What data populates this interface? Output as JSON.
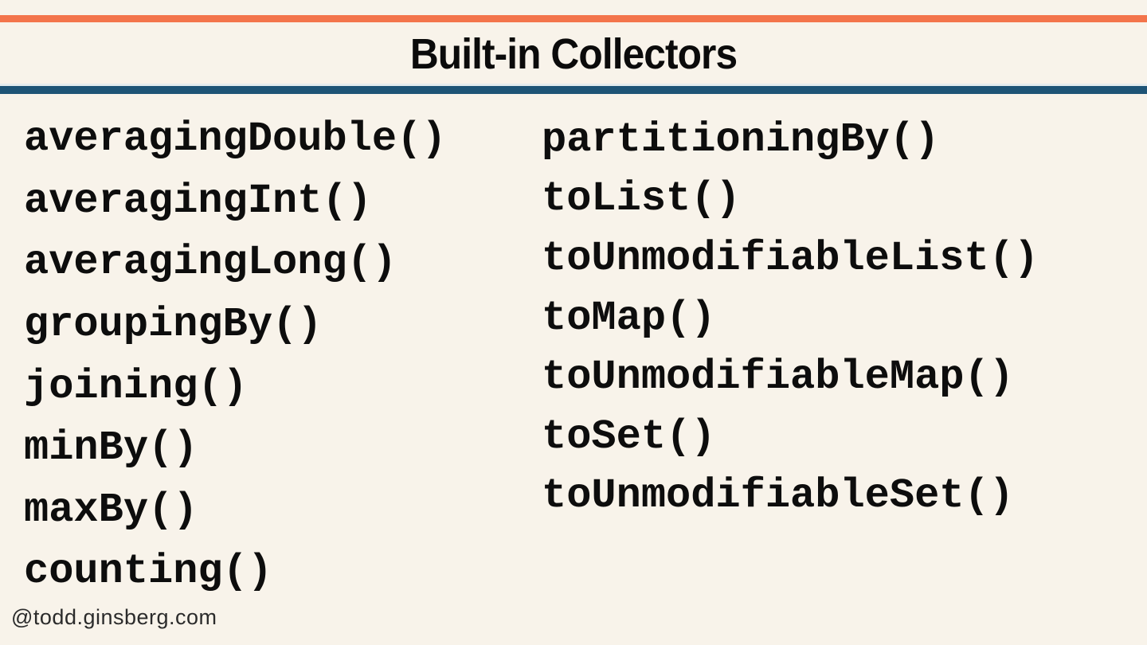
{
  "page": {
    "background_color": "#F8F3EA",
    "accent_colors": {
      "top_bar": "#F3744B",
      "divider_bar": "#1E5476",
      "text": "#0D0D0D"
    }
  },
  "header": {
    "title": "Built-in Collectors"
  },
  "collectors": {
    "left_column": [
      "averagingDouble()",
      "averagingInt()",
      "averagingLong()",
      "groupingBy()",
      "joining()",
      "minBy()",
      "maxBy()",
      "counting()"
    ],
    "right_column": [
      "partitioningBy()",
      "toList()",
      "toUnmodifiableList()",
      "toMap()",
      "toUnmodifiableMap()",
      "toSet()",
      "toUnmodifiableSet()"
    ]
  },
  "footer": {
    "handle": "@todd.ginsberg.com"
  }
}
